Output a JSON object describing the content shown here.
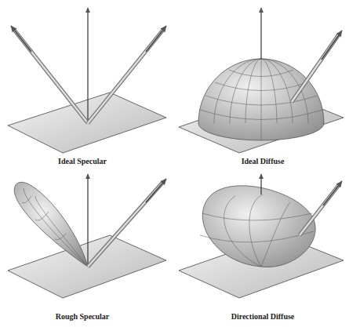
{
  "diagram": {
    "labels": [
      "Ideal Specular",
      "Ideal Diffuse",
      "Rough Specular",
      "Directional Diffuse"
    ]
  }
}
